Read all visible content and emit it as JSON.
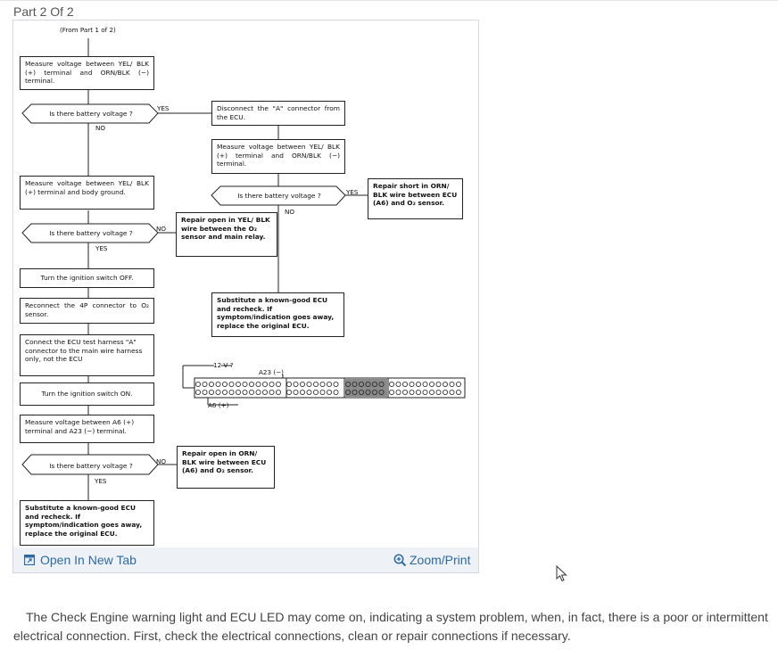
{
  "page": {
    "part_heading": "Part 2 Of 2"
  },
  "diagram": {
    "from_note": "(From Part 1 of 2)",
    "boxes": {
      "measure_yel_orn": "Measure voltage between YEL/ BLK (+) terminal and ORN/BLK (−) terminal.",
      "disconnect_a": "Disconnect the \"A\" connector from the ECU.",
      "measure_yel_orn_2": "Measure voltage between YEL/ BLK (+) terminal and ORN/BLK (−) terminal.",
      "repair_short": "Repair short in ORN/ BLK wire between ECU (A6) and O₂ sensor.",
      "measure_yel_body": "Measure voltage between YEL/ BLK (+) terminal and body ground.",
      "repair_open_yel": "Repair open in YEL/ BLK wire between the O₂ sensor and main relay.",
      "ignition_off": "Turn the ignition switch OFF.",
      "substitute_1": "Substitute a known-good ECU and recheck. If symptom/indication goes away, replace the original ECU.",
      "reconnect_4p": "Reconnect the 4P connector to O₂ sensor.",
      "connect_harness": "Connect the ECU test harness \"A\" connector to the main wire harness only, not the ECU",
      "ignition_on": "Turn the ignition switch ON.",
      "measure_a6_a23": "Measure voltage between A6 (+) terminal and A23 (−) terminal.",
      "repair_open_orn": "Repair open in ORN/ BLK wire between ECU (A6) and O₂ sensor.",
      "substitute_2": "Substitute a known-good ECU and recheck. If symptom/indication goes away, replace the original ECU."
    },
    "decisions": {
      "q1": "Is there battery voltage ?",
      "q2": "Is there battery voltage ?",
      "q3": "Is there battery voltage ?",
      "q4": "Is there battery voltage ?"
    },
    "labels": {
      "yes": "YES",
      "no": "NO",
      "v12": "12 V ?",
      "a23": "A23 (−)",
      "a6": "A6 (+)"
    }
  },
  "toolbar": {
    "open_new_tab": "Open In New Tab",
    "zoom_print": "Zoom/Print"
  },
  "paragraph": "The Check Engine warning light and ECU LED may come on, indicating a system problem, when, in fact, there is a poor or intermittent electrical connection. First, check the electrical connections, clean or repair connections if necessary.",
  "colors": {
    "link": "#2d6aa3",
    "frame": "#eef1f5"
  }
}
